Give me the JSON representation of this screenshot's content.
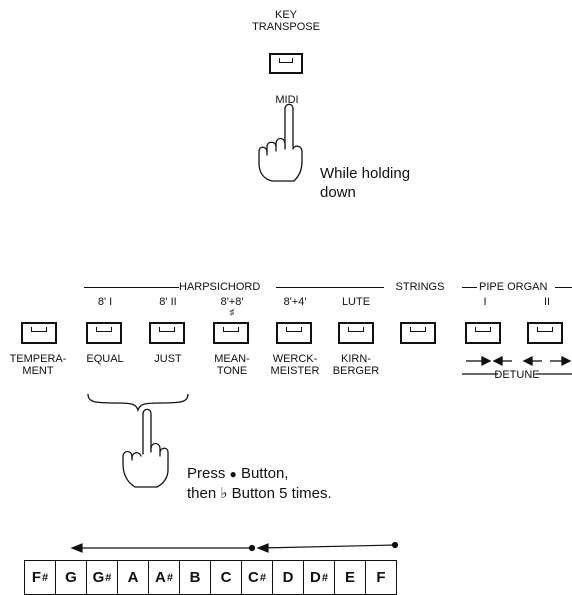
{
  "key_transpose": {
    "line1": "KEY",
    "line2": "TRANSPOSE"
  },
  "midi_label": "MIDI",
  "hold_text": {
    "line1": "While holding",
    "line2": "down"
  },
  "groups": {
    "harpsichord": "HARPSICHORD",
    "strings": "STRINGS",
    "pipe_organ": "PIPE ORGAN",
    "detune": "DETUNE"
  },
  "upper_labels": [
    "8'  I",
    "8'  II",
    "8'+8'",
    "8'+4'",
    "LUTE",
    "I",
    "II"
  ],
  "sharp_mark": "♯",
  "buttons": [
    {
      "top": "",
      "bottom": [
        "TEMPERA-",
        "MENT"
      ]
    },
    {
      "top": "8' I",
      "bottom": [
        "EQUAL"
      ]
    },
    {
      "top": "8' II",
      "bottom": [
        "JUST"
      ]
    },
    {
      "top": "8'+8'",
      "bottom": [
        "MEAN-",
        "TONE"
      ]
    },
    {
      "top": "8'+4'",
      "bottom": [
        "WERCK-",
        "MEISTER"
      ]
    },
    {
      "top": "LUTE",
      "bottom": [
        "KIRN-",
        "BERGER"
      ]
    },
    {
      "top": "",
      "bottom": [
        ""
      ]
    },
    {
      "top": "I",
      "bottom": [
        ""
      ]
    },
    {
      "top": "II",
      "bottom": [
        ""
      ]
    }
  ],
  "press_text": {
    "line1_a": "Press",
    "bullet": "●",
    "line1_b": "Button,",
    "line2_a": "then",
    "flat": "♭",
    "line2_b": "Button 5 times."
  },
  "keys": [
    {
      "note": "F",
      "sharp": "#"
    },
    {
      "note": "G",
      "sharp": ""
    },
    {
      "note": "G",
      "sharp": "#"
    },
    {
      "note": "A",
      "sharp": ""
    },
    {
      "note": "A",
      "sharp": "#"
    },
    {
      "note": "B",
      "sharp": ""
    },
    {
      "note": "C",
      "sharp": ""
    },
    {
      "note": "C",
      "sharp": "#"
    },
    {
      "note": "D",
      "sharp": ""
    },
    {
      "note": "D",
      "sharp": "#"
    },
    {
      "note": "E",
      "sharp": ""
    },
    {
      "note": "F",
      "sharp": ""
    }
  ]
}
